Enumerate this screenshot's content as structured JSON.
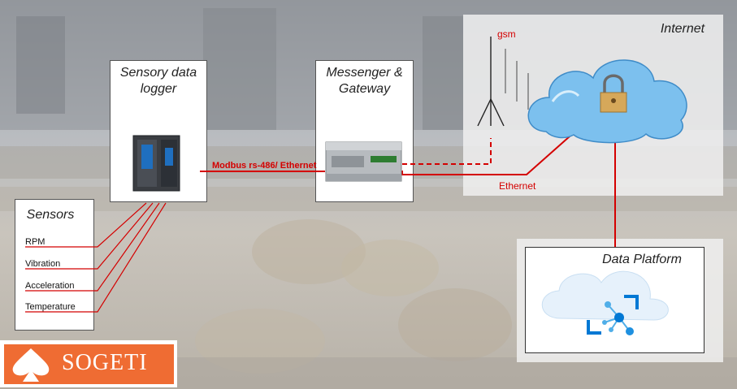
{
  "logger": {
    "title_line1": "Sensory data",
    "title_line2": "logger"
  },
  "gateway": {
    "title_line1": "Messenger &",
    "title_line2": "Gateway"
  },
  "sensors": {
    "title": "Sensors",
    "items": [
      "RPM",
      "Vibration",
      "Acceleration",
      "Temperature"
    ]
  },
  "internet": {
    "title": "Internet"
  },
  "platform": {
    "title": "Data Platform"
  },
  "links": {
    "modbus": "Modbus rs-486/ Ethernet",
    "ethernet": "Ethernet",
    "gsm": "gsm"
  },
  "brand": {
    "name": "SOGETI",
    "color": "#ef6c33"
  },
  "colors": {
    "link": "#d40000",
    "cloud": "#6fb8ec",
    "azure": "#0078d4"
  },
  "icons": [
    "padlock-icon",
    "cloud-icon",
    "antenna-icon",
    "azure-data-icon",
    "spade-logo-icon"
  ]
}
